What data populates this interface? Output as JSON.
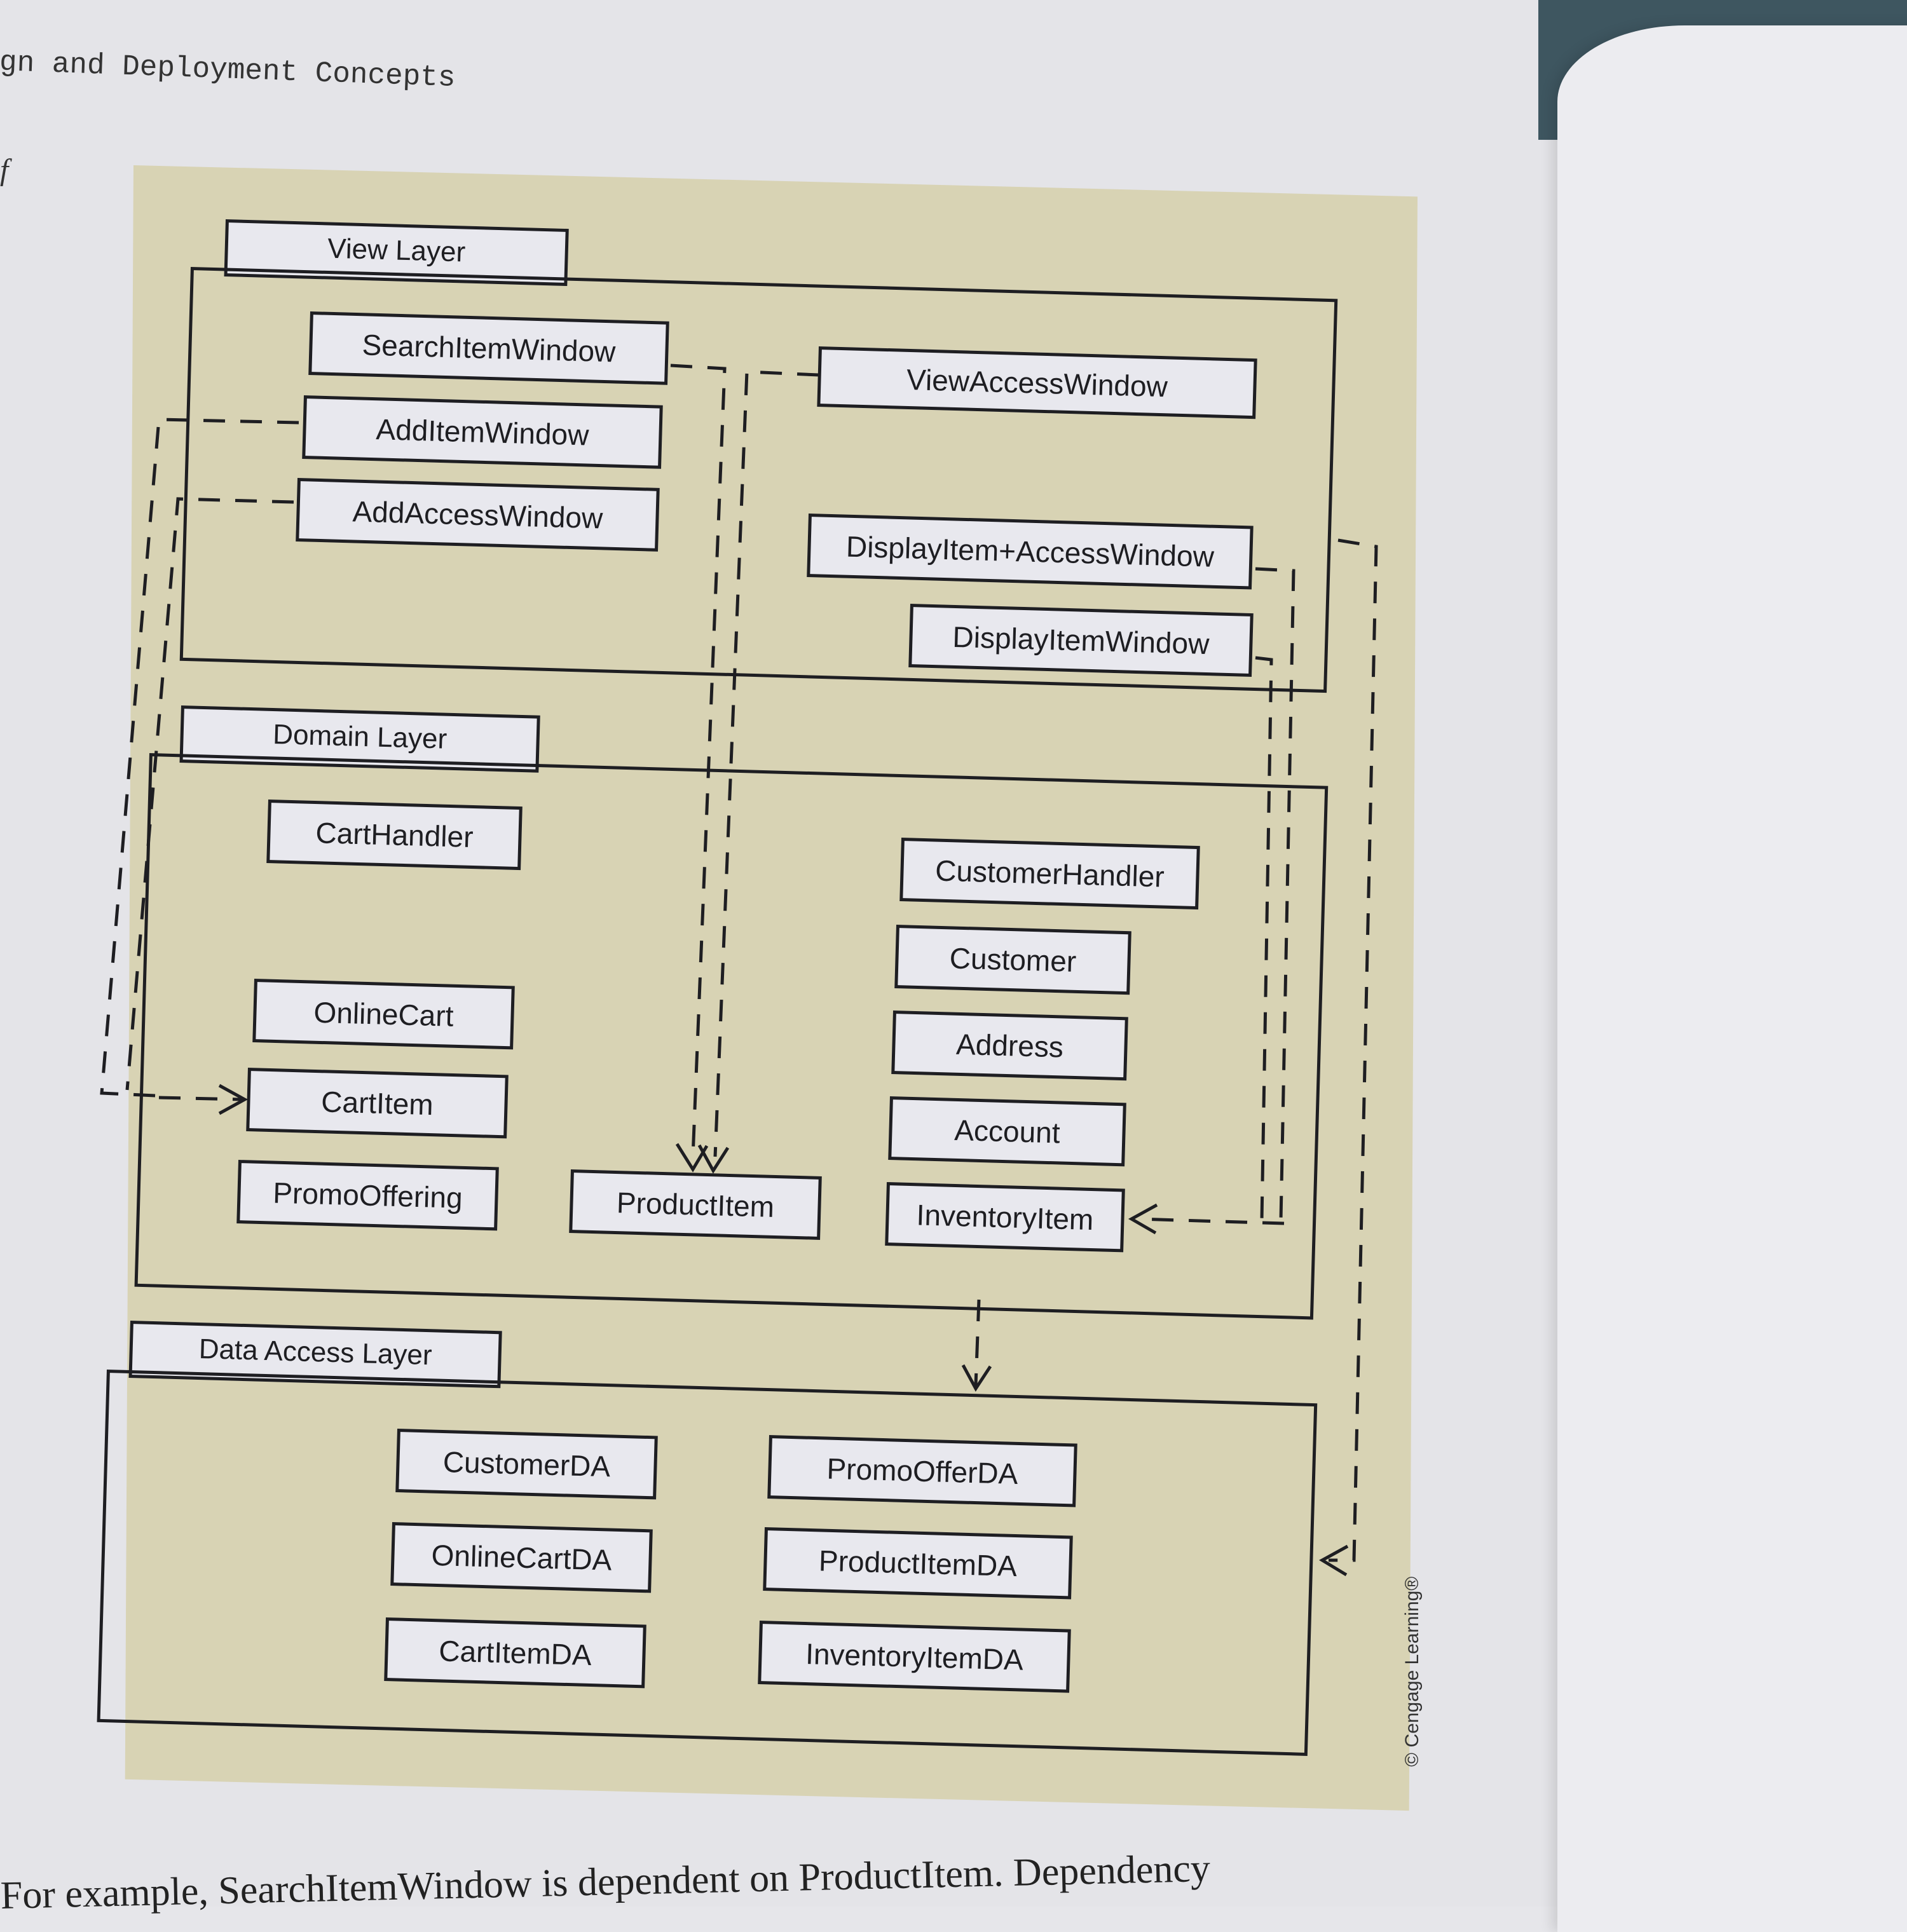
{
  "page": {
    "running_head": "gn and Deployment Concepts",
    "margin_mark": "f",
    "caption_line": "For example, SearchItemWindow is dependent on ProductItem. Dependency",
    "credit": "© Cengage Learning®"
  },
  "diagram": {
    "layers": {
      "view": {
        "label": "View Layer",
        "classes": {
          "search_item_window": "SearchItemWindow",
          "add_item_window": "AddItemWindow",
          "add_access_window": "AddAccessWindow",
          "view_access_window": "ViewAccessWindow",
          "display_item_access_window": "DisplayItem+AccessWindow",
          "display_item_window": "DisplayItemWindow"
        }
      },
      "domain": {
        "label": "Domain Layer",
        "classes": {
          "cart_handler": "CartHandler",
          "online_cart": "OnlineCart",
          "cart_item": "CartItem",
          "promo_offering": "PromoOffering",
          "product_item": "ProductItem",
          "customer_handler": "CustomerHandler",
          "customer": "Customer",
          "address": "Address",
          "account": "Account",
          "inventory_item": "InventoryItem"
        }
      },
      "data_access": {
        "label": "Data Access Layer",
        "classes": {
          "customer_da": "CustomerDA",
          "online_cart_da": "OnlineCartDA",
          "cart_item_da": "CartItemDA",
          "promo_offer_da": "PromoOfferDA",
          "product_item_da": "ProductItemDA",
          "inventory_item_da": "InventoryItemDA"
        }
      }
    },
    "colors": {
      "figure_background": "#d8d3b4",
      "box_fill": "#e8e8ee",
      "line": "#1e1e22"
    }
  }
}
